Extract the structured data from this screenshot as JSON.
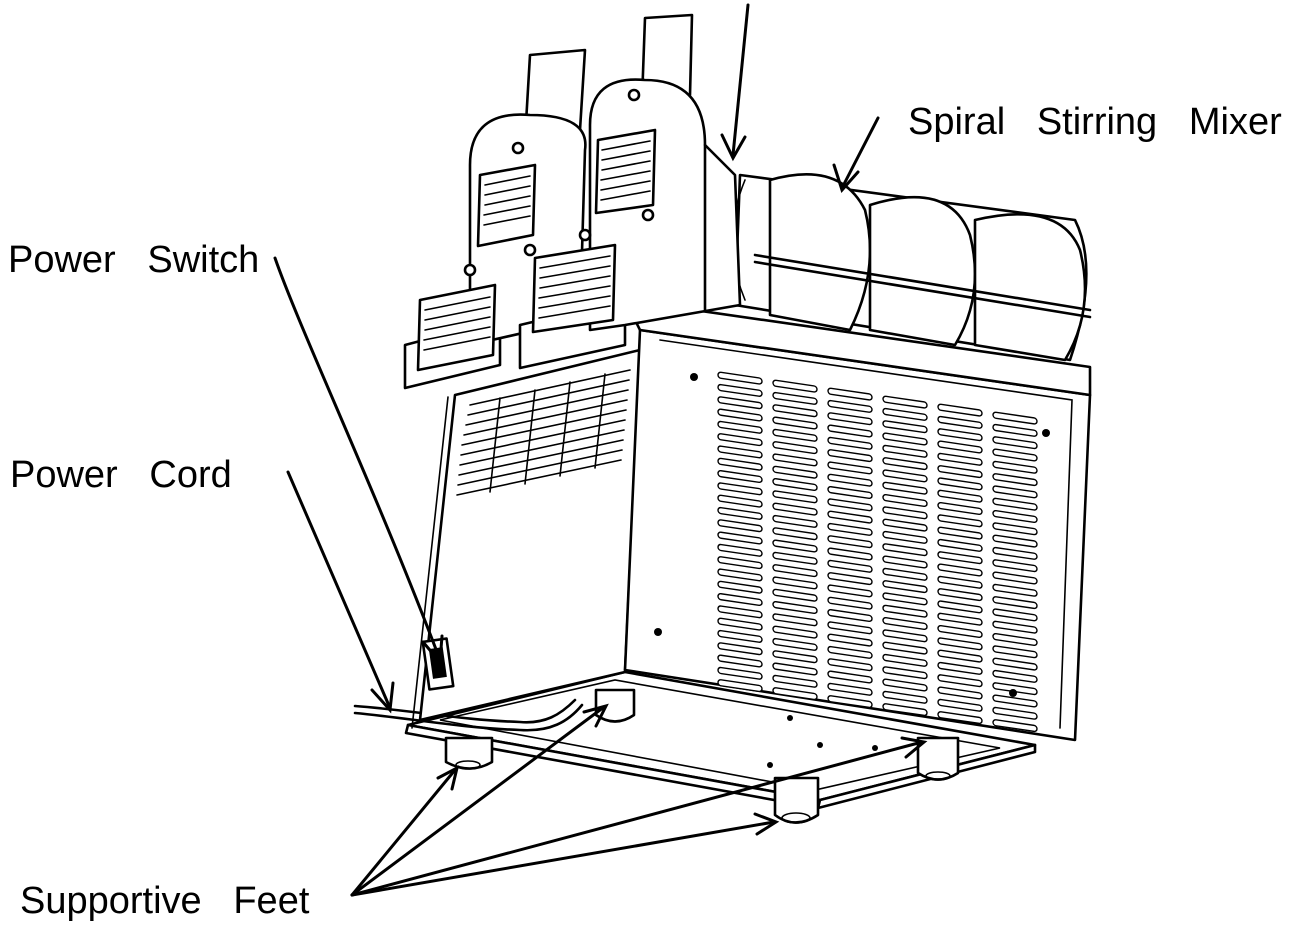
{
  "labels": {
    "spiral_mixer": "Spiral   Stirring   Mixer",
    "power_switch": "Power   Switch",
    "power_cord": "Power   Cord",
    "supportive_feet": "Supportive   Feet"
  }
}
